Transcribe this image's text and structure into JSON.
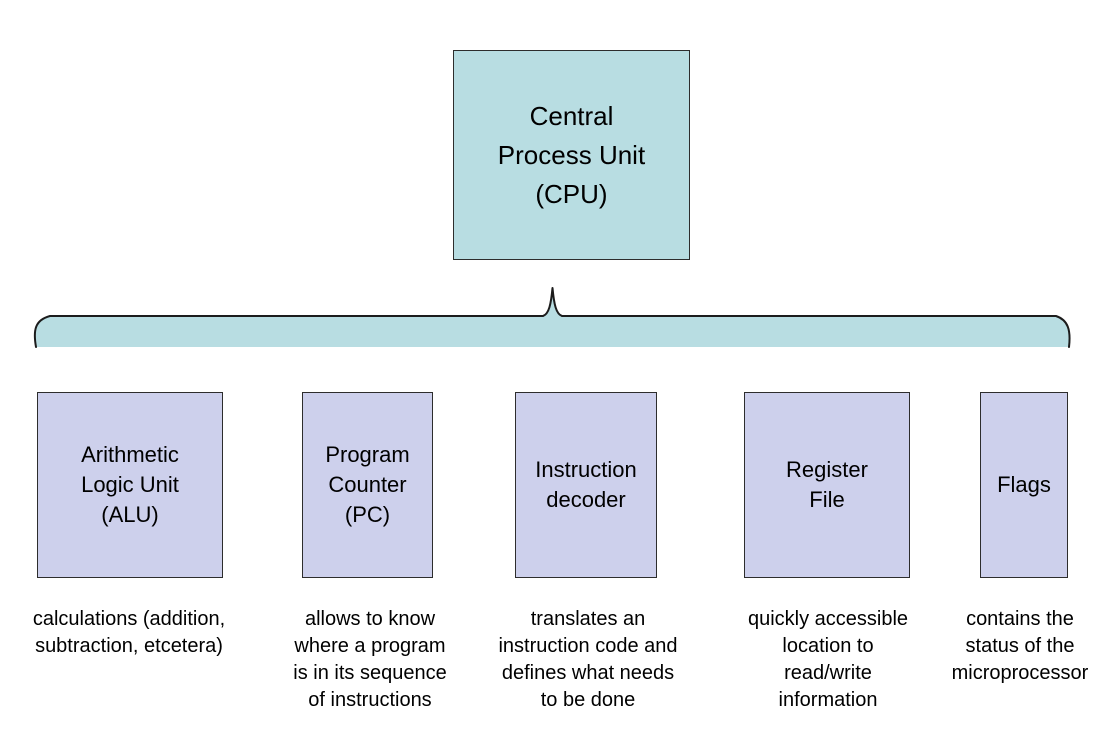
{
  "colors": {
    "cpu_fill": "#b8dde2",
    "brace_fill": "#b8dde2",
    "component_fill": "#cdd0ec",
    "border": "#2d2d2d",
    "text": "#000000",
    "background": "#ffffff"
  },
  "diagram": {
    "cpu": {
      "label": "Central\nProcess Unit\n(CPU)"
    },
    "components": [
      {
        "id": "alu",
        "label": "Arithmetic\nLogic Unit\n(ALU)",
        "description": "calculations (addition,\nsubtraction, etcetera)"
      },
      {
        "id": "pc",
        "label": "Program\nCounter\n(PC)",
        "description": "allows to know\nwhere a program\nis in its sequence\nof instructions"
      },
      {
        "id": "instruction-decoder",
        "label": "Instruction\ndecoder",
        "description": "translates an\ninstruction code and\ndefines what needs\nto be done"
      },
      {
        "id": "register-file",
        "label": "Register\nFile",
        "description": "quickly accessible\nlocation to\nread/write\ninformation"
      },
      {
        "id": "flags",
        "label": "Flags",
        "description": "contains the\nstatus of the\nmicroprocessor"
      }
    ]
  }
}
